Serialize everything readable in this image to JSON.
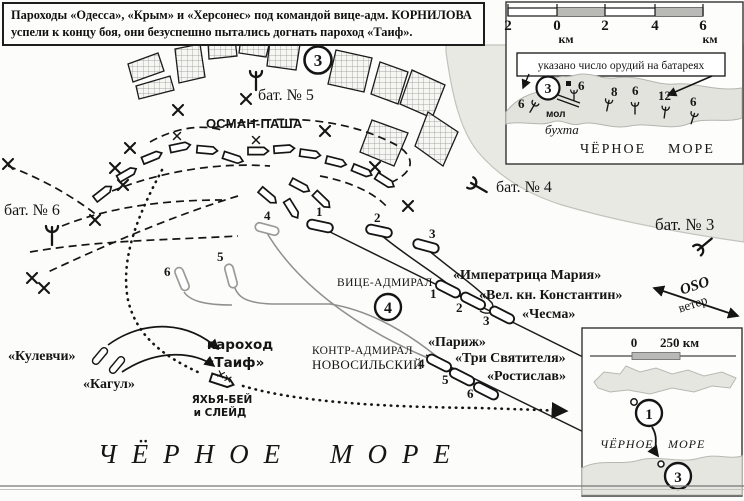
{
  "note": {
    "line1": "Пароходы «Одесса», «Крым» и «Херсонес» под командой вице-адм. КОРНИЛОВА",
    "line2": "успели к концу боя, они безуспешно пытались догнать пароход «Таиф»."
  },
  "batteries": {
    "b3": "бат. № 3",
    "b4": "бат. № 4",
    "b5": "бат. № 5",
    "b6": "бат. № 6"
  },
  "commanders": {
    "osman": "ОСМАН-ПАША",
    "vice": "ВИЦЕ-АДМИРАЛ",
    "rear1": "КОНТР-АДМИРАЛ",
    "rear2": "НОВОСИЛЬСКИЙ",
    "yahya1": "ЯХЬЯ-БЕЙ",
    "yahya2": "и СЛЕЙД"
  },
  "ships": {
    "s1": "«Императрица Мария»",
    "s2": "«Вел. кн. Константин»",
    "s3": "«Чесма»",
    "s4": "«Париж»",
    "s5": "«Три Святителя»",
    "s6": "«Ростислав»",
    "frig1": "«Кулевчи»",
    "frig2": "«Кагул»",
    "steamer1": "пароход",
    "steamer2": "«Таиф»"
  },
  "numbers": {
    "n1": "1",
    "n2": "2",
    "n3": "3",
    "n4": "4",
    "n5": "5",
    "n6": "6"
  },
  "markers": {
    "city": "3",
    "flag": "4",
    "ins_city": "3",
    "ins_sev": "1",
    "ins_sinop": "3"
  },
  "sea": {
    "main1": "ЧЁРНОЕ",
    "main2": "МОРЕ",
    "bay": "бухта",
    "mole": "мол",
    "ins_top1": "ЧЁРНОЕ",
    "ins_top2": "МОРЕ",
    "ins_bot1": "ЧЁРНОЕ",
    "ins_bot2": "МОРЕ"
  },
  "wind": {
    "dir": "OSO",
    "word": "ветер"
  },
  "inset_top": {
    "legend": "указано число орудий на батареях",
    "scale": {
      "t1": "2",
      "t2": "0",
      "t3": "2",
      "t4": "4",
      "t5": "6",
      "unit1": "км",
      "unit2": "км"
    },
    "guns": {
      "g1": "6",
      "g2": "6",
      "g3": "8",
      "g4": "6",
      "g5": "12",
      "g6": "6"
    }
  },
  "inset_bottom": {
    "zero": "0",
    "scale": "250 км"
  },
  "colors": {
    "land": "#e9e9e4",
    "ink": "#151515",
    "gray_line": "#8f8f8f",
    "scale_gray": "#b9b9b5"
  }
}
